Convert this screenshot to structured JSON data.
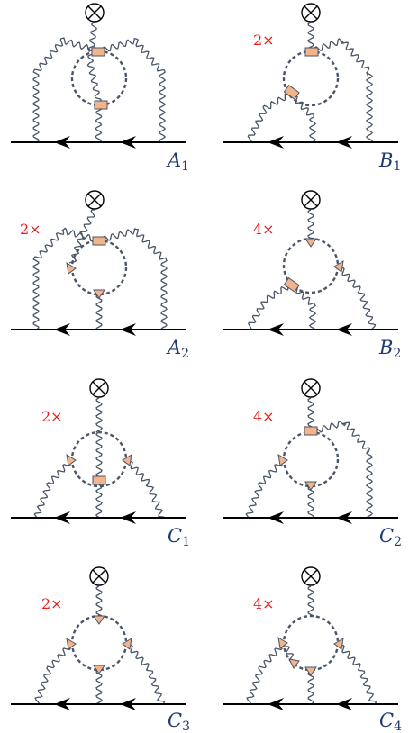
{
  "diagrams": [
    {
      "label": "A",
      "sub": "1",
      "multiplier": ""
    },
    {
      "label": "B",
      "sub": "1",
      "multiplier": "2×"
    },
    {
      "label": "A",
      "sub": "2",
      "multiplier": "2×"
    },
    {
      "label": "B",
      "sub": "2",
      "multiplier": "4×"
    },
    {
      "label": "C",
      "sub": "1",
      "multiplier": "2×"
    },
    {
      "label": "C",
      "sub": "2",
      "multiplier": "4×"
    },
    {
      "label": "C",
      "sub": "3",
      "multiplier": "2×"
    },
    {
      "label": "C",
      "sub": "4",
      "multiplier": "4×"
    }
  ],
  "colors": {
    "photon": "#4a5568",
    "loop": "#4a5568",
    "fermion": "#000000",
    "vertex_fill": "#f2b48a",
    "vertex_stroke": "#4a5568",
    "label": "#1f3a6e",
    "multiplier": "#e8201c"
  },
  "icons": {
    "external_source": "circled-times-icon",
    "insertion_square": "square-vertex-icon",
    "insertion_triangle": "triangle-vertex-icon",
    "arrow": "fermion-arrow-icon"
  }
}
